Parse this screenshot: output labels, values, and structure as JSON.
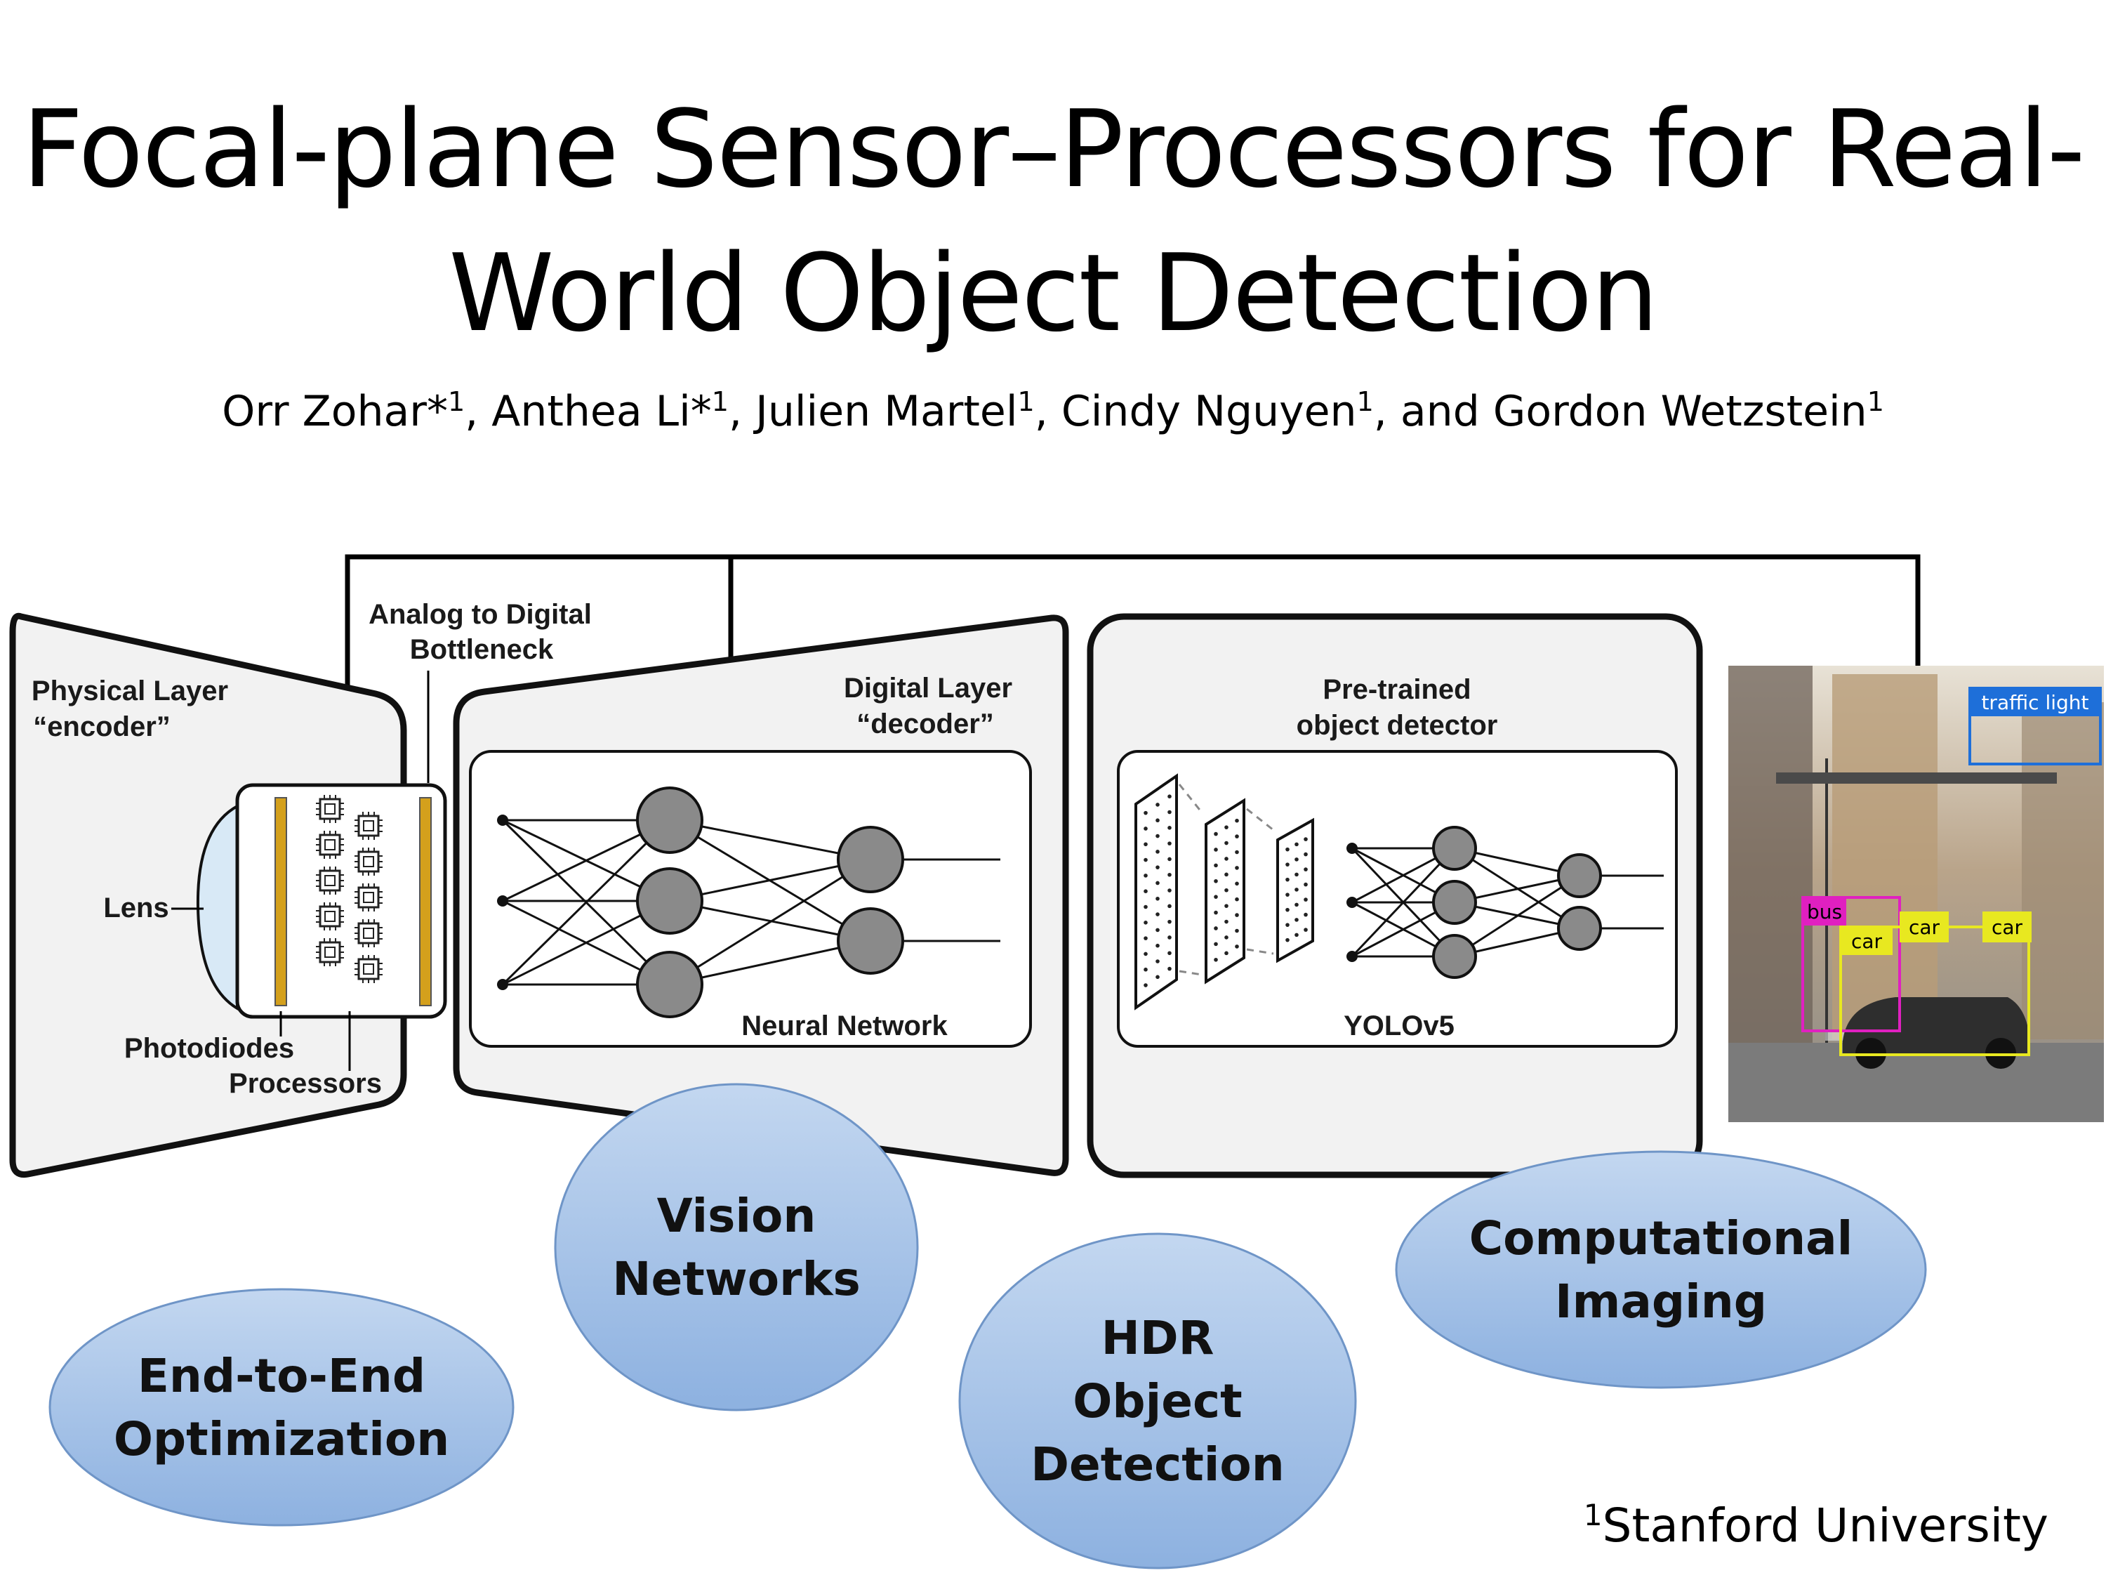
{
  "title": "Focal-plane Sensor–Processors for Real-World Object Detection",
  "authors": [
    {
      "name": "Orr Zohar*",
      "sup": "1",
      "sep": ", "
    },
    {
      "name": "Anthea Li*",
      "sup": "1",
      "sep": ", "
    },
    {
      "name": "Julien Martel",
      "sup": "1",
      "sep": ", "
    },
    {
      "name": "Cindy Nguyen",
      "sup": "1",
      "sep": ", and "
    },
    {
      "name": "Gordon Wetzstein",
      "sup": "1",
      "sep": ""
    }
  ],
  "affiliation": {
    "sup": "1",
    "text": "Stanford University"
  },
  "diagram": {
    "physical_layer": {
      "line1": "Physical Layer",
      "line2": "“encoder”"
    },
    "adc": {
      "line1": "Analog to Digital",
      "line2": "Bottleneck"
    },
    "lens": "Lens",
    "photodiodes": "Photodiodes",
    "processors": "Processors",
    "digital_layer": {
      "line1": "Digital Layer",
      "line2": "“decoder”"
    },
    "neural_network": "Neural Network",
    "pretrained": {
      "line1": "Pre-trained",
      "line2": "object detector"
    },
    "yolo": "YOLOv5",
    "detections": [
      {
        "label": "traffic light",
        "color": "#1e6fd9"
      },
      {
        "label": "bus",
        "color": "#e020c0"
      },
      {
        "label": "car",
        "color": "#e8e820"
      },
      {
        "label": "car",
        "color": "#e8e820"
      },
      {
        "label": "car",
        "color": "#e8e820"
      }
    ]
  },
  "topics": [
    {
      "lines": [
        "Vision",
        "Networks"
      ]
    },
    {
      "lines": [
        "End-to-End",
        "Optimization"
      ]
    },
    {
      "lines": [
        "HDR",
        "Object",
        "Detection"
      ]
    },
    {
      "lines": [
        "Computational",
        "Imaging"
      ]
    }
  ],
  "colors": {
    "bubble_top": "#bcd3ee",
    "bubble_bottom": "#8fb3e0",
    "panel": "#f2f2f2",
    "chip_gold": "#d4a01c"
  }
}
